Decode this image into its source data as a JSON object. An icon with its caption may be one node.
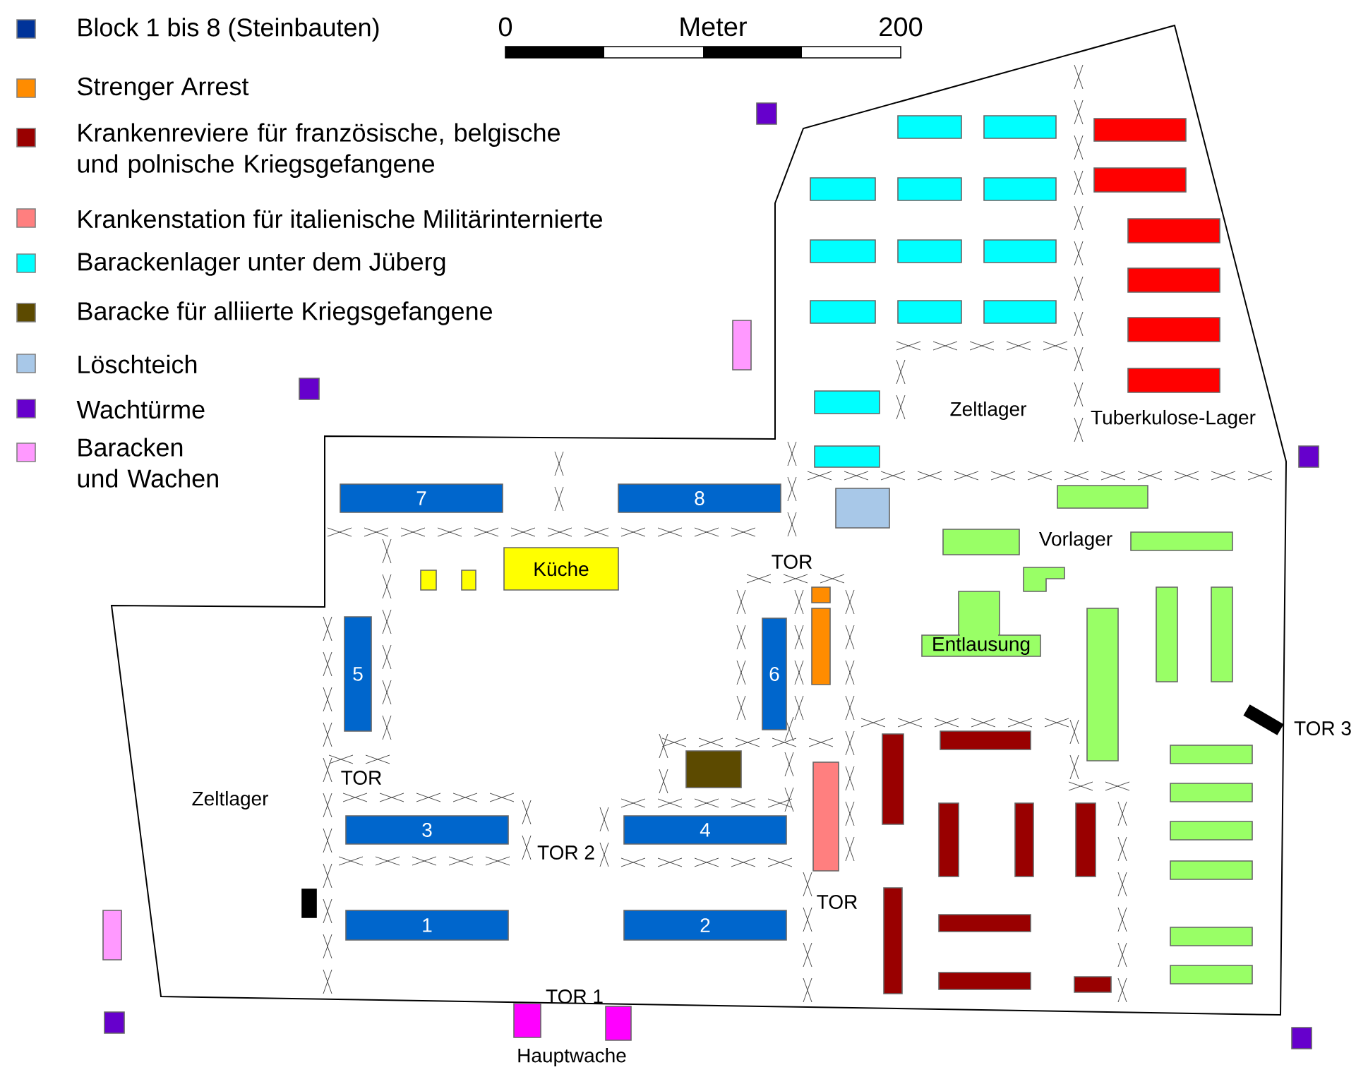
{
  "diagram": {
    "nodes": [
      {
        "text": [
          "7"
        ]
      },
      {
        "text": [
          "8"
        ]
      },
      {
        "text": [
          "Küche"
        ]
      },
      {
        "text": [
          "5"
        ]
      },
      {
        "text": [
          "6"
        ]
      },
      {
        "text": [
          "Entlausung"
        ]
      },
      {
        "text": [
          "3"
        ]
      },
      {
        "text": [
          "4"
        ]
      },
      {
        "text": [
          "1"
        ]
      },
      {
        "text": [
          "2"
        ]
      }
    ],
    "labels": [
      "0",
      "Meter",
      "200",
      "Zeltlager",
      "Tuberkulose-Lager",
      "Vorlager",
      "TOR",
      "TOR 3",
      "TOR",
      "Zeltlager",
      "TOR 2",
      "TOR",
      "TOR 1",
      "Hauptwache"
    ],
    "legend": [
      {
        "text": "Block 1 bis 8 (Steinbauten)",
        "color": "#003399"
      },
      {
        "text": "Strenger Arrest",
        "color": "#ff8c00"
      },
      {
        "text": "Krankenreviere für französische, belgische und polnische Kriegsgefangene",
        "color": "#990000"
      },
      {
        "text": "Krankenstation für italienische Militärinternierte",
        "color": "#ff7f7f"
      },
      {
        "text": "Barackenlager unter dem Jüberg",
        "color": "#00ffff"
      },
      {
        "text": "Baracke für alliierte Kriegsgefangene",
        "color": "#5c4a00"
      },
      {
        "text": "Löschteich",
        "color": "#a8c8e8"
      },
      {
        "text": "Wachtürme",
        "color": "#6600cc"
      },
      {
        "text": "Baracken und Wachen",
        "color": "#ff99ff"
      }
    ]
  }
}
